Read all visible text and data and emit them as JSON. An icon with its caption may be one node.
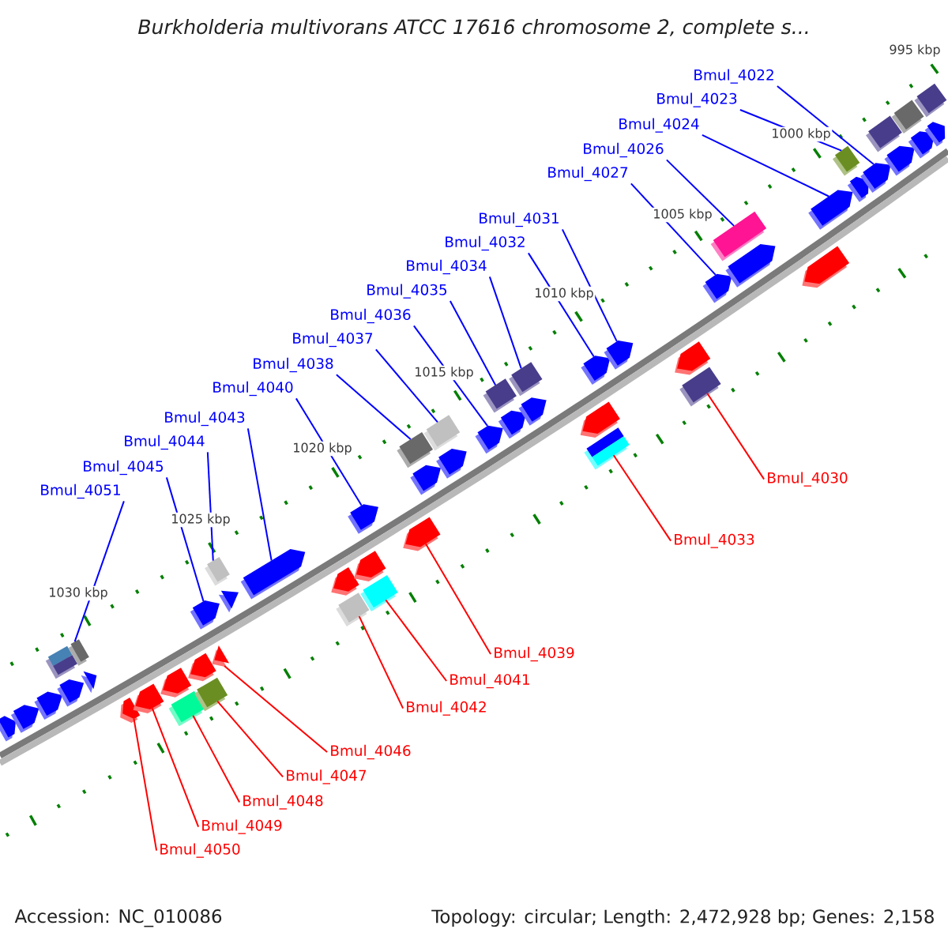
{
  "diagram": {
    "title": "Burkholderia multivorans ATCC 17616 chromosome 2, complete s...",
    "nodes": [
      {
        "text": [
          "Bmul_4022"
        ]
      },
      {
        "text": [
          "Bmul_4023"
        ]
      },
      {
        "text": [
          "Bmul_4024"
        ]
      },
      {
        "text": [
          "Bmul_4026"
        ]
      },
      {
        "text": [
          "Bmul_4027"
        ]
      },
      {
        "text": [
          "Bmul_4031"
        ]
      },
      {
        "text": [
          "Bmul_4032"
        ]
      },
      {
        "text": [
          "Bmul_4034"
        ]
      },
      {
        "text": [
          "Bmul_4035"
        ]
      },
      {
        "text": [
          "Bmul_4036"
        ]
      },
      {
        "text": [
          "Bmul_4037"
        ]
      },
      {
        "text": [
          "Bmul_4038"
        ]
      },
      {
        "text": [
          "Bmul_4040"
        ]
      },
      {
        "text": [
          "Bmul_4043"
        ]
      },
      {
        "text": [
          "Bmul_4044"
        ]
      },
      {
        "text": [
          "Bmul_4045"
        ]
      },
      {
        "text": [
          "Bmul_4051"
        ]
      },
      {
        "text": [
          "Bmul_4030"
        ]
      },
      {
        "text": [
          "Bmul_4033"
        ]
      },
      {
        "text": [
          "Bmul_4039"
        ]
      },
      {
        "text": [
          "Bmul_4041"
        ]
      },
      {
        "text": [
          "Bmul_4042"
        ]
      },
      {
        "text": [
          "Bmul_4046"
        ]
      },
      {
        "text": [
          "Bmul_4047"
        ]
      },
      {
        "text": [
          "Bmul_4048"
        ]
      },
      {
        "text": [
          "Bmul_4049"
        ]
      },
      {
        "text": [
          "Bmul_4050"
        ]
      },
      {
        "text": [],
        "shape": "pentagon"
      },
      {
        "text": [],
        "shape": "pentagon"
      },
      {
        "text": [],
        "shape": "pentagon"
      },
      {
        "text": [],
        "shape": "box"
      },
      {
        "text": [],
        "shape": "pentagon"
      },
      {
        "text": [],
        "shape": "box"
      },
      {
        "text": [],
        "shape": "triangle"
      },
      {
        "text": [],
        "shape": "pentagon"
      },
      {
        "text": [],
        "shape": "pentagon"
      },
      {
        "text": [],
        "shape": "pentagon"
      },
      {
        "text": [],
        "shape": "box"
      },
      {
        "text": [],
        "shape": "pentagon"
      },
      {
        "text": [],
        "shape": "pentagon"
      },
      {
        "text": [],
        "shape": "box"
      },
      {
        "text": [],
        "shape": "triangle"
      },
      {
        "text": [],
        "shape": "box"
      },
      {
        "text": [],
        "shape": "triangle"
      },
      {
        "text": [],
        "shape": "pentagon"
      },
      {
        "text": [],
        "shape": "pentagon"
      },
      {
        "text": [],
        "shape": "box"
      },
      {
        "text": [],
        "shape": "pentagon"
      },
      {
        "text": [],
        "shape": "pentagon"
      },
      {
        "text": [],
        "shape": "box"
      },
      {
        "text": [],
        "shape": "box"
      },
      {
        "text": [],
        "shape": "pentagon"
      },
      {
        "text": [],
        "shape": "pentagon"
      },
      {
        "text": [],
        "shape": "box"
      },
      {
        "text": [],
        "shape": "pentagon"
      },
      {
        "text": [],
        "shape": "pentagon"
      },
      {
        "text": [],
        "shape": "box"
      },
      {
        "text": [],
        "shape": "pentagon"
      },
      {
        "text": [],
        "shape": "box"
      },
      {
        "text": [],
        "shape": "pentagon"
      },
      {
        "text": [],
        "shape": "pentagon"
      },
      {
        "text": [],
        "shape": "pentagon"
      },
      {
        "text": [],
        "shape": "box"
      },
      {
        "text": [],
        "shape": "pentagon"
      },
      {
        "text": [],
        "shape": "pentagon"
      },
      {
        "text": [],
        "shape": "box"
      },
      {
        "text": [],
        "shape": "pentagon"
      },
      {
        "text": [],
        "shape": "box"
      },
      {
        "text": [],
        "shape": "pentagon"
      },
      {
        "text": [],
        "shape": "pentagon"
      },
      {
        "text": [],
        "shape": "pentagon"
      },
      {
        "text": [],
        "shape": "box"
      },
      {
        "text": [],
        "shape": "pentagon"
      },
      {
        "text": [],
        "shape": "pentagon"
      },
      {
        "text": [],
        "shape": "box"
      },
      {
        "text": [],
        "shape": "pentagon"
      },
      {
        "text": [],
        "shape": "box"
      },
      {
        "text": [],
        "shape": "pentagon"
      },
      {
        "text": [],
        "shape": "box"
      },
      {
        "text": [],
        "shape": "pentagon"
      }
    ],
    "edges": [
      {
        "from": 0,
        "to": 73,
        "arrow": "none"
      },
      {
        "from": 1,
        "to": 71,
        "arrow": "none"
      },
      {
        "from": 2,
        "to": 70,
        "arrow": "none"
      },
      {
        "from": 3,
        "to": 67,
        "arrow": "none"
      },
      {
        "from": 4,
        "to": 66,
        "arrow": "none"
      },
      {
        "from": 5,
        "to": 63,
        "arrow": "none"
      },
      {
        "from": 6,
        "to": 61,
        "arrow": "none"
      },
      {
        "from": 7,
        "to": 58,
        "arrow": "none"
      },
      {
        "from": 8,
        "to": 56,
        "arrow": "none"
      },
      {
        "from": 9,
        "to": 55,
        "arrow": "none"
      },
      {
        "from": 10,
        "to": 53,
        "arrow": "none"
      },
      {
        "from": 11,
        "to": 50,
        "arrow": "none"
      },
      {
        "from": 12,
        "to": 47,
        "arrow": "none"
      },
      {
        "from": 13,
        "to": 44,
        "arrow": "none"
      },
      {
        "from": 14,
        "to": 42,
        "arrow": "none"
      },
      {
        "from": 15,
        "to": 39,
        "arrow": "none"
      },
      {
        "from": 16,
        "to": 32,
        "arrow": "none"
      },
      {
        "from": 17,
        "to": 65,
        "arrow": "none",
        "color": "#ff0000"
      },
      {
        "from": 18,
        "to": 62,
        "arrow": "none",
        "color": "#ff0000"
      },
      {
        "from": 19,
        "to": 51,
        "arrow": "none",
        "color": "#ff0000"
      },
      {
        "from": 20,
        "to": 49,
        "arrow": "none",
        "color": "#ff0000"
      },
      {
        "from": 21,
        "to": 46,
        "arrow": "none",
        "color": "#ff0000"
      },
      {
        "from": 22,
        "to": 41,
        "arrow": "none",
        "color": "#ff0000"
      },
      {
        "from": 23,
        "to": 40,
        "arrow": "none",
        "color": "#ff0000"
      },
      {
        "from": 24,
        "to": 37,
        "arrow": "none",
        "color": "#ff0000"
      },
      {
        "from": 25,
        "to": 35,
        "arrow": "none",
        "color": "#ff0000"
      },
      {
        "from": 26,
        "to": 34,
        "arrow": "none",
        "color": "#ff0000"
      }
    ],
    "labels": [
      "995 kbp",
      "1000 kbp",
      "1005 kbp",
      "1010 kbp",
      "1015 kbp",
      "1020 kbp",
      "1025 kbp",
      "1030 kbp",
      "Accession: NC_010086",
      "Topology: circular; Length: 2,472,928 bp; Genes: 2,158"
    ]
  }
}
